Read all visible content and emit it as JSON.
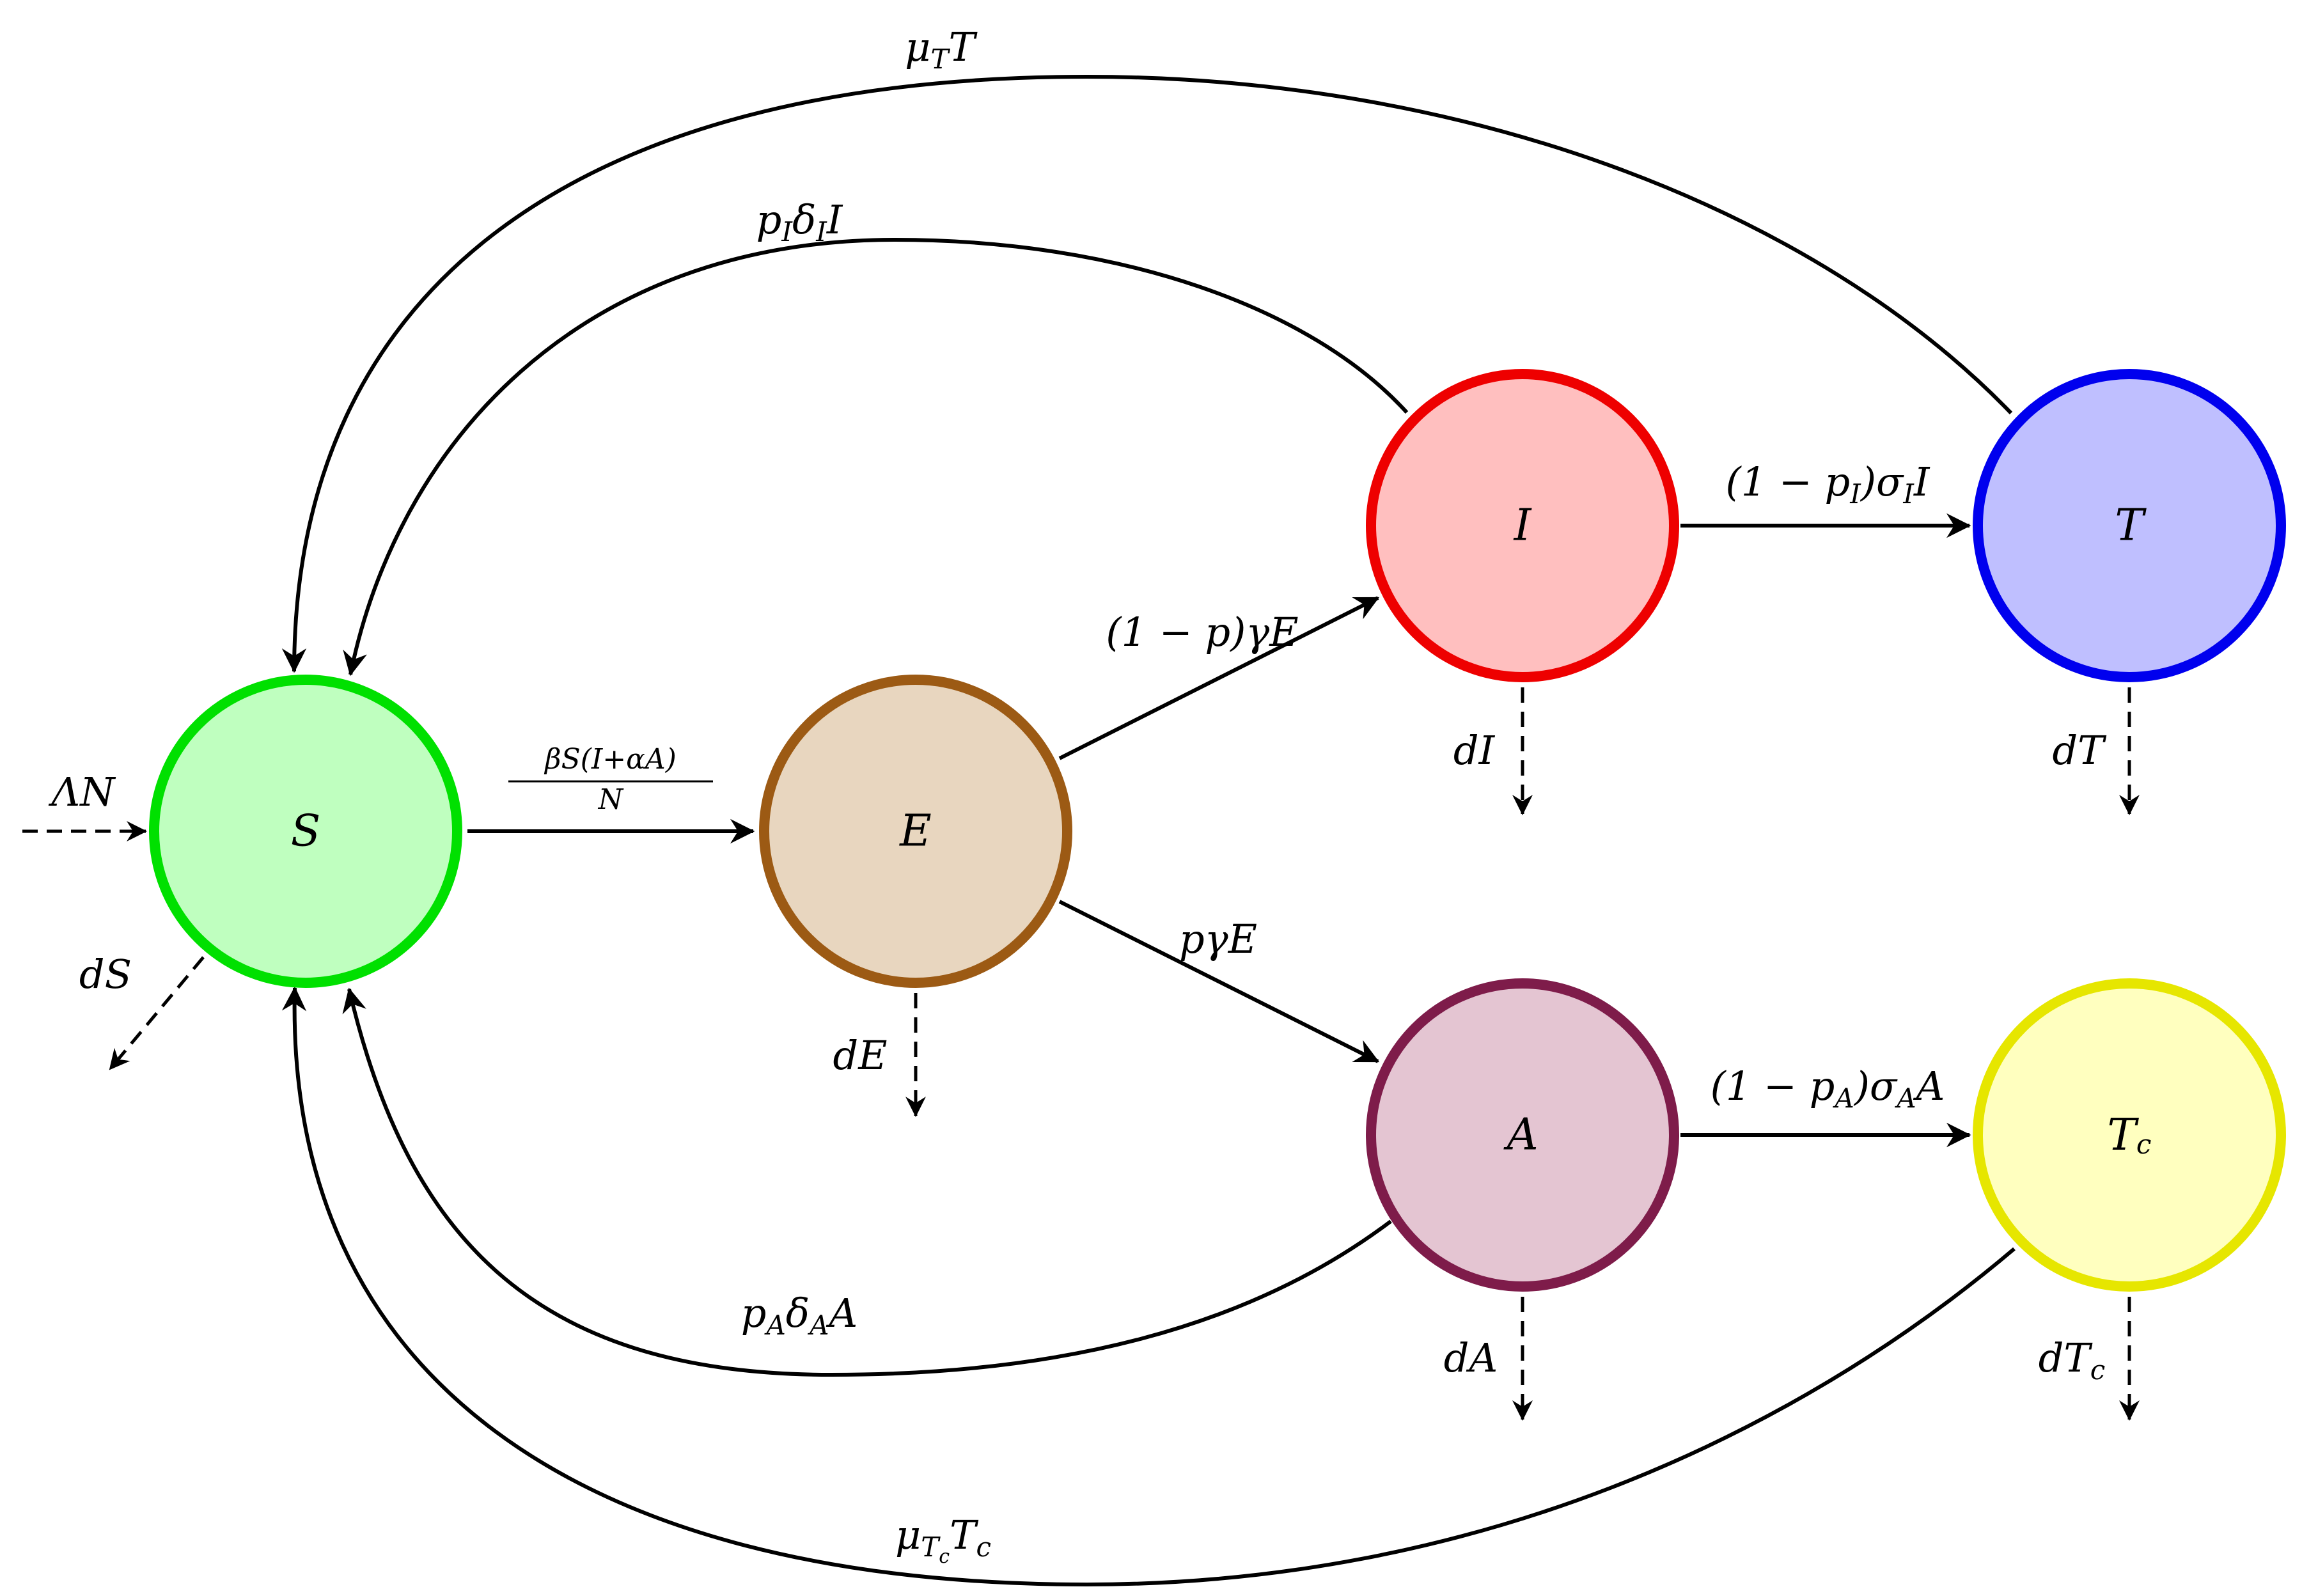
{
  "nodes": [
    {
      "id": "S",
      "label": "S",
      "fill": "#bfffbf",
      "stroke": "#00e000"
    },
    {
      "id": "E",
      "label": "E",
      "fill": "#e8d6bf",
      "stroke": "#9c5a14"
    },
    {
      "id": "I",
      "label": "I",
      "fill": "#ffbfbf",
      "stroke": "#ee0000"
    },
    {
      "id": "T",
      "label": "T",
      "fill": "#bfbfff",
      "stroke": "#0000ee"
    },
    {
      "id": "A",
      "label": "A",
      "fill": "#e4c5d2",
      "stroke": "#7e1c4a"
    },
    {
      "id": "Tc",
      "label": "T",
      "label_sub": "c",
      "fill": "#ffffbf",
      "stroke": "#e6e600"
    }
  ],
  "edges": {
    "inflow": {
      "label": "ΛN"
    },
    "s_to_e": {
      "label_num": "βS(I+αA)",
      "label_den": "N"
    },
    "e_to_i": {
      "label": "(1 − p)γE"
    },
    "e_to_a": {
      "label": "pγE"
    },
    "i_to_t": {
      "label_a": "(1 − p",
      "sub_1": "I",
      "label_b": ")σ",
      "sub_2": "I",
      "label_c": "I"
    },
    "a_to_tc": {
      "label_a": "(1 − p",
      "sub_1": "A",
      "label_b": ")σ",
      "sub_2": "A",
      "label_c": "A"
    },
    "i_to_s": {
      "label_a": "p",
      "sub_1": "I",
      "label_b": "δ",
      "sub_2": "I",
      "label_c": "I"
    },
    "t_to_s": {
      "label_a": "μ",
      "sub_1": "T",
      "label_b": "T"
    },
    "a_to_s": {
      "label_a": "p",
      "sub_1": "A",
      "label_b": "δ",
      "sub_2": "A",
      "label_c": "A"
    },
    "tc_to_s": {
      "label_a": "μ",
      "sub_1": "T",
      "subsub": "c",
      "label_b": "T",
      "sub_2": "c"
    }
  },
  "deaths": {
    "S": "dS",
    "E": "dE",
    "I": "dI",
    "T": "dT",
    "A": "dA",
    "Tc_a": "dT",
    "Tc_sub": "c"
  }
}
